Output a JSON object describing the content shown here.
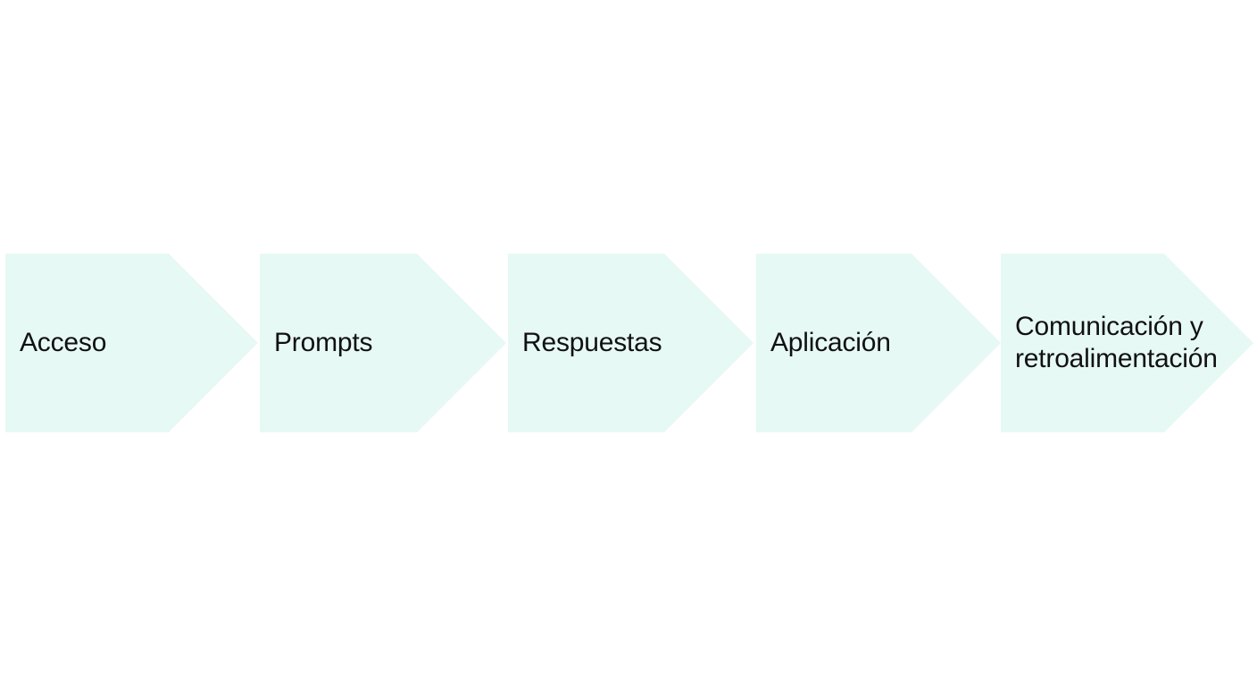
{
  "process": {
    "fill_color": "#e6f9f4",
    "text_color": "#111111",
    "steps": [
      {
        "label": "Acceso"
      },
      {
        "label": "Prompts"
      },
      {
        "label": "Respuestas"
      },
      {
        "label": "Aplicación"
      },
      {
        "label": "Comunicación y\nretroalimentación"
      }
    ]
  }
}
